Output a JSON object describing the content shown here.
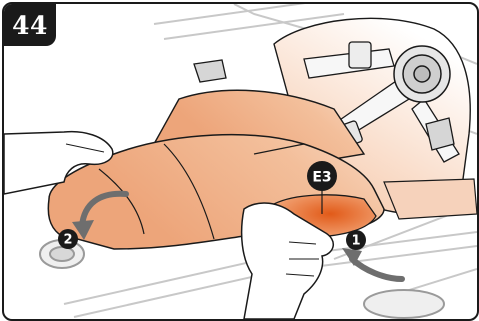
{
  "step": {
    "number": "44"
  },
  "callouts": {
    "part_label": "E3",
    "step_one": "1",
    "step_two": "2"
  },
  "colors": {
    "seat_pad": "#f0b38c",
    "highlight": "#e8631f",
    "outline": "#1a1a1a",
    "frame_grey": "#d9d9d9"
  },
  "icons": [
    "arrow-icon",
    "curved-arrow-icon",
    "buckle-icon"
  ]
}
